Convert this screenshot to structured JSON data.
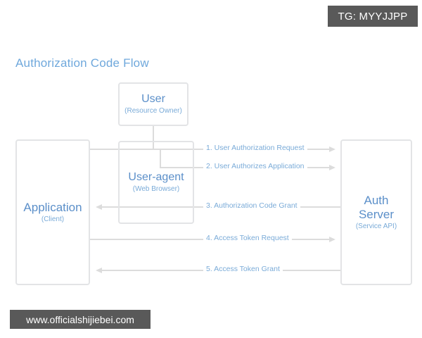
{
  "badge": {
    "text": "TG: MYYJJPP"
  },
  "watermark": {
    "text": "www.officialshijiebei.com"
  },
  "diagram": {
    "title": "Authorization Code Flow",
    "colors": {
      "title": "#6fa8dc",
      "node_title": "#5b8fc9",
      "node_sub": "#7aabd8",
      "label": "#7aabd8",
      "box_border": "#e3e4e6",
      "line": "#dcdcdc",
      "badge_bg": "#595959",
      "background": "#ffffff"
    },
    "nodes": [
      {
        "id": "user",
        "title": "User",
        "sub": "(Resource Owner)"
      },
      {
        "id": "user_agent",
        "title": "User-agent",
        "sub": "(Web Browser)"
      },
      {
        "id": "application",
        "title": "Application",
        "sub": "(Client)"
      },
      {
        "id": "auth_server",
        "title": "Auth\nServer",
        "title_line1": "Auth",
        "title_line2": "Server",
        "sub": "(Service API)"
      }
    ],
    "steps": [
      {
        "number": "1.",
        "label": "1. User Authorization Request",
        "direction": "right",
        "from": "application",
        "to": "auth_server"
      },
      {
        "number": "2.",
        "label": "2. User Authorizes Application",
        "direction": "right",
        "from": "user",
        "to": "auth_server"
      },
      {
        "number": "3.",
        "label": "3. Authorization Code Grant",
        "direction": "left",
        "from": "auth_server",
        "to": "application"
      },
      {
        "number": "4.",
        "label": "4. Access Token Request",
        "direction": "right",
        "from": "application",
        "to": "auth_server"
      },
      {
        "number": "5.",
        "label": "5. Access Token Grant",
        "direction": "left",
        "from": "auth_server",
        "to": "application"
      }
    ]
  }
}
